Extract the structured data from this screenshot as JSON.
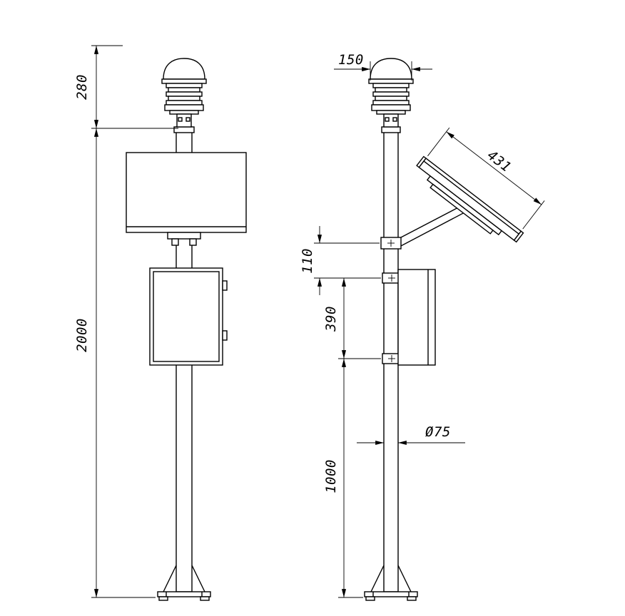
{
  "style": {
    "background": "#ffffff",
    "line_color": "#000000"
  },
  "dimensions": {
    "front": {
      "sensor_height": "280",
      "total_height": "2000"
    },
    "side": {
      "sensor_width": "150",
      "solar_panel_length": "431",
      "bracket_to_box": "110",
      "box_mount_span": "390",
      "box_to_ground": "1000",
      "pole_diameter": "Ø75"
    }
  }
}
